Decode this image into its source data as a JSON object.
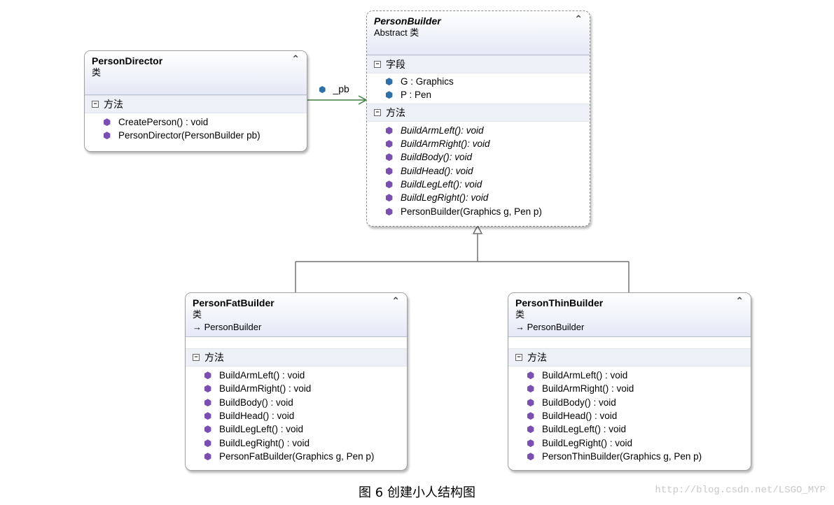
{
  "classes": {
    "director": {
      "name": "PersonDirector",
      "stereotype": "类",
      "methods_label": "方法",
      "methods": [
        "CreatePerson() : void",
        "PersonDirector(PersonBuilder pb)"
      ]
    },
    "builder": {
      "name": "PersonBuilder",
      "stereotype": "Abstract 类",
      "fields_label": "字段",
      "fields": [
        "G : Graphics",
        "P : Pen"
      ],
      "methods_label": "方法",
      "methods": [
        "BuildArmLeft(): void",
        "BuildArmRight(): void",
        "BuildBody(): void",
        "BuildHead(): void",
        "BuildLegLeft(): void",
        "BuildLegRight(): void",
        "PersonBuilder(Graphics g, Pen p)"
      ]
    },
    "fat": {
      "name": "PersonFatBuilder",
      "stereotype": "类",
      "parent": "PersonBuilder",
      "methods_label": "方法",
      "methods": [
        "BuildArmLeft() : void",
        "BuildArmRight() : void",
        "BuildBody() : void",
        "BuildHead() : void",
        "BuildLegLeft() : void",
        "BuildLegRight() : void",
        "PersonFatBuilder(Graphics g, Pen p)"
      ]
    },
    "thin": {
      "name": "PersonThinBuilder",
      "stereotype": "类",
      "parent": "PersonBuilder",
      "methods_label": "方法",
      "methods": [
        "BuildArmLeft() : void",
        "BuildArmRight() : void",
        "BuildBody() : void",
        "BuildHead() : void",
        "BuildLegLeft() : void",
        "BuildLegRight() : void",
        "PersonThinBuilder(Graphics g, Pen p)"
      ]
    }
  },
  "association": {
    "label": "_pb"
  },
  "caption": "图 6 创建小人结构图",
  "watermark": "http://blog.csdn.net/LSGO_MYP",
  "colors": {
    "association_line": "#3f7f3f",
    "inheritance_line": "#707070",
    "header_bg": "#e4e9f6",
    "method_icon": "#7a4fb0",
    "field_icon": "#2f6fa8"
  },
  "icons": {
    "collapse": "double-chevron-up-icon",
    "method": "method-cube-icon",
    "field": "field-cube-icon",
    "section_toggle": "minus-box-icon",
    "inherit": "inherit-arrow-icon"
  }
}
